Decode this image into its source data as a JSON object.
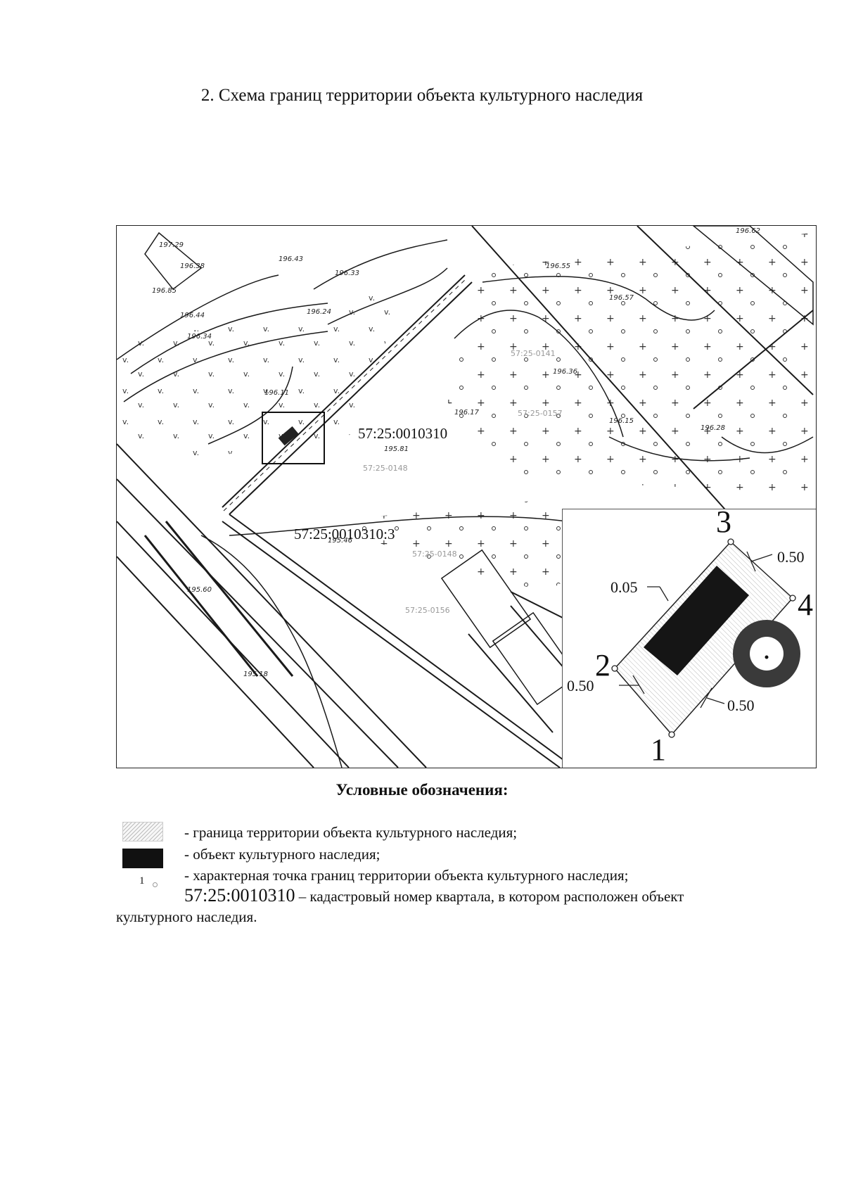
{
  "title": "2. Схема границ территории объекта культурного наследия",
  "map": {
    "quarter_label": "57:25:0010310",
    "parcel_label": "57:25:0010310:3",
    "inset": {
      "points": [
        "1",
        "2",
        "3",
        "4"
      ],
      "dims": {
        "d005": "0.05",
        "d050_a": "0.50",
        "d050_b": "0.50",
        "d050_c": "0.50"
      }
    }
  },
  "legend": {
    "title": "Условные обозначения:",
    "boundary": "- граница территории объекта культурного наследия;",
    "object": "- объект культурного наследия;",
    "point_marker": "1",
    "point": "- характерная точка границ территории объекта культурного наследия;",
    "cadastral_code": "57:25:0010310",
    "cadastral_text": " – кадастровый номер квартала, в котором расположен объект",
    "cadastral_text_cont": "культурного наследия."
  }
}
